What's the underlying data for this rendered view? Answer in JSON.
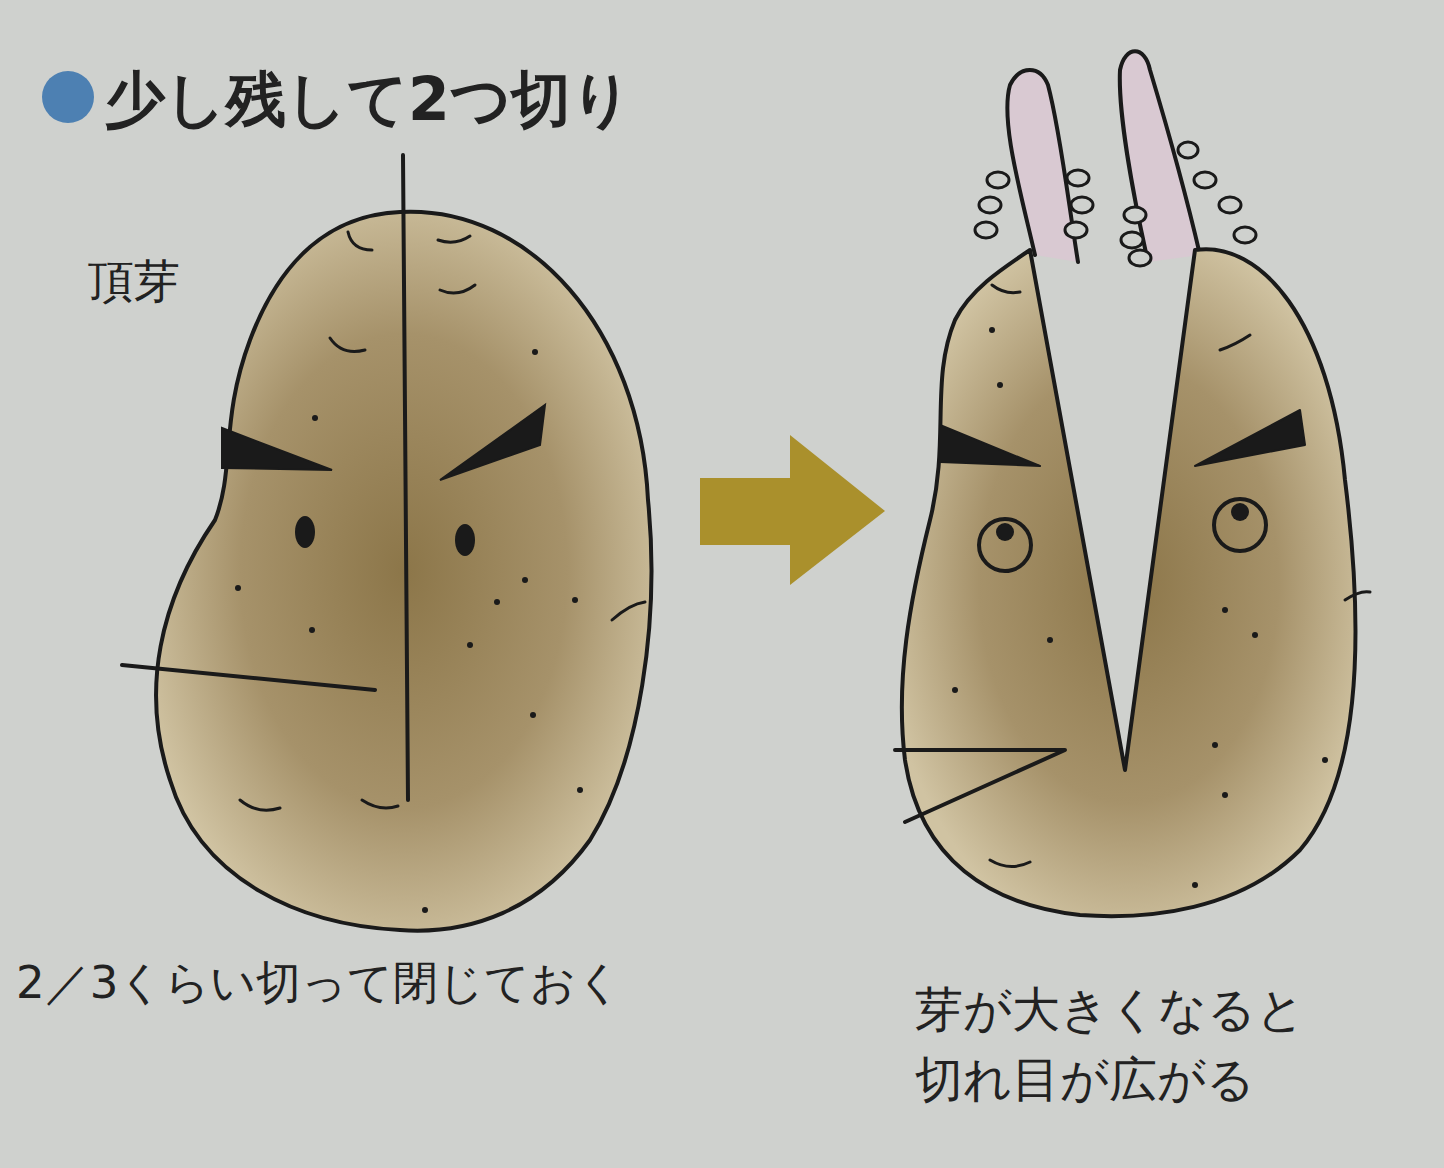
{
  "diagram": {
    "title": "少し残して2つ切り",
    "labels": [
      "頂芽",
      "2／3くらい切って閉じておく",
      "芽が大きくなると 切れ目が広がる"
    ]
  }
}
